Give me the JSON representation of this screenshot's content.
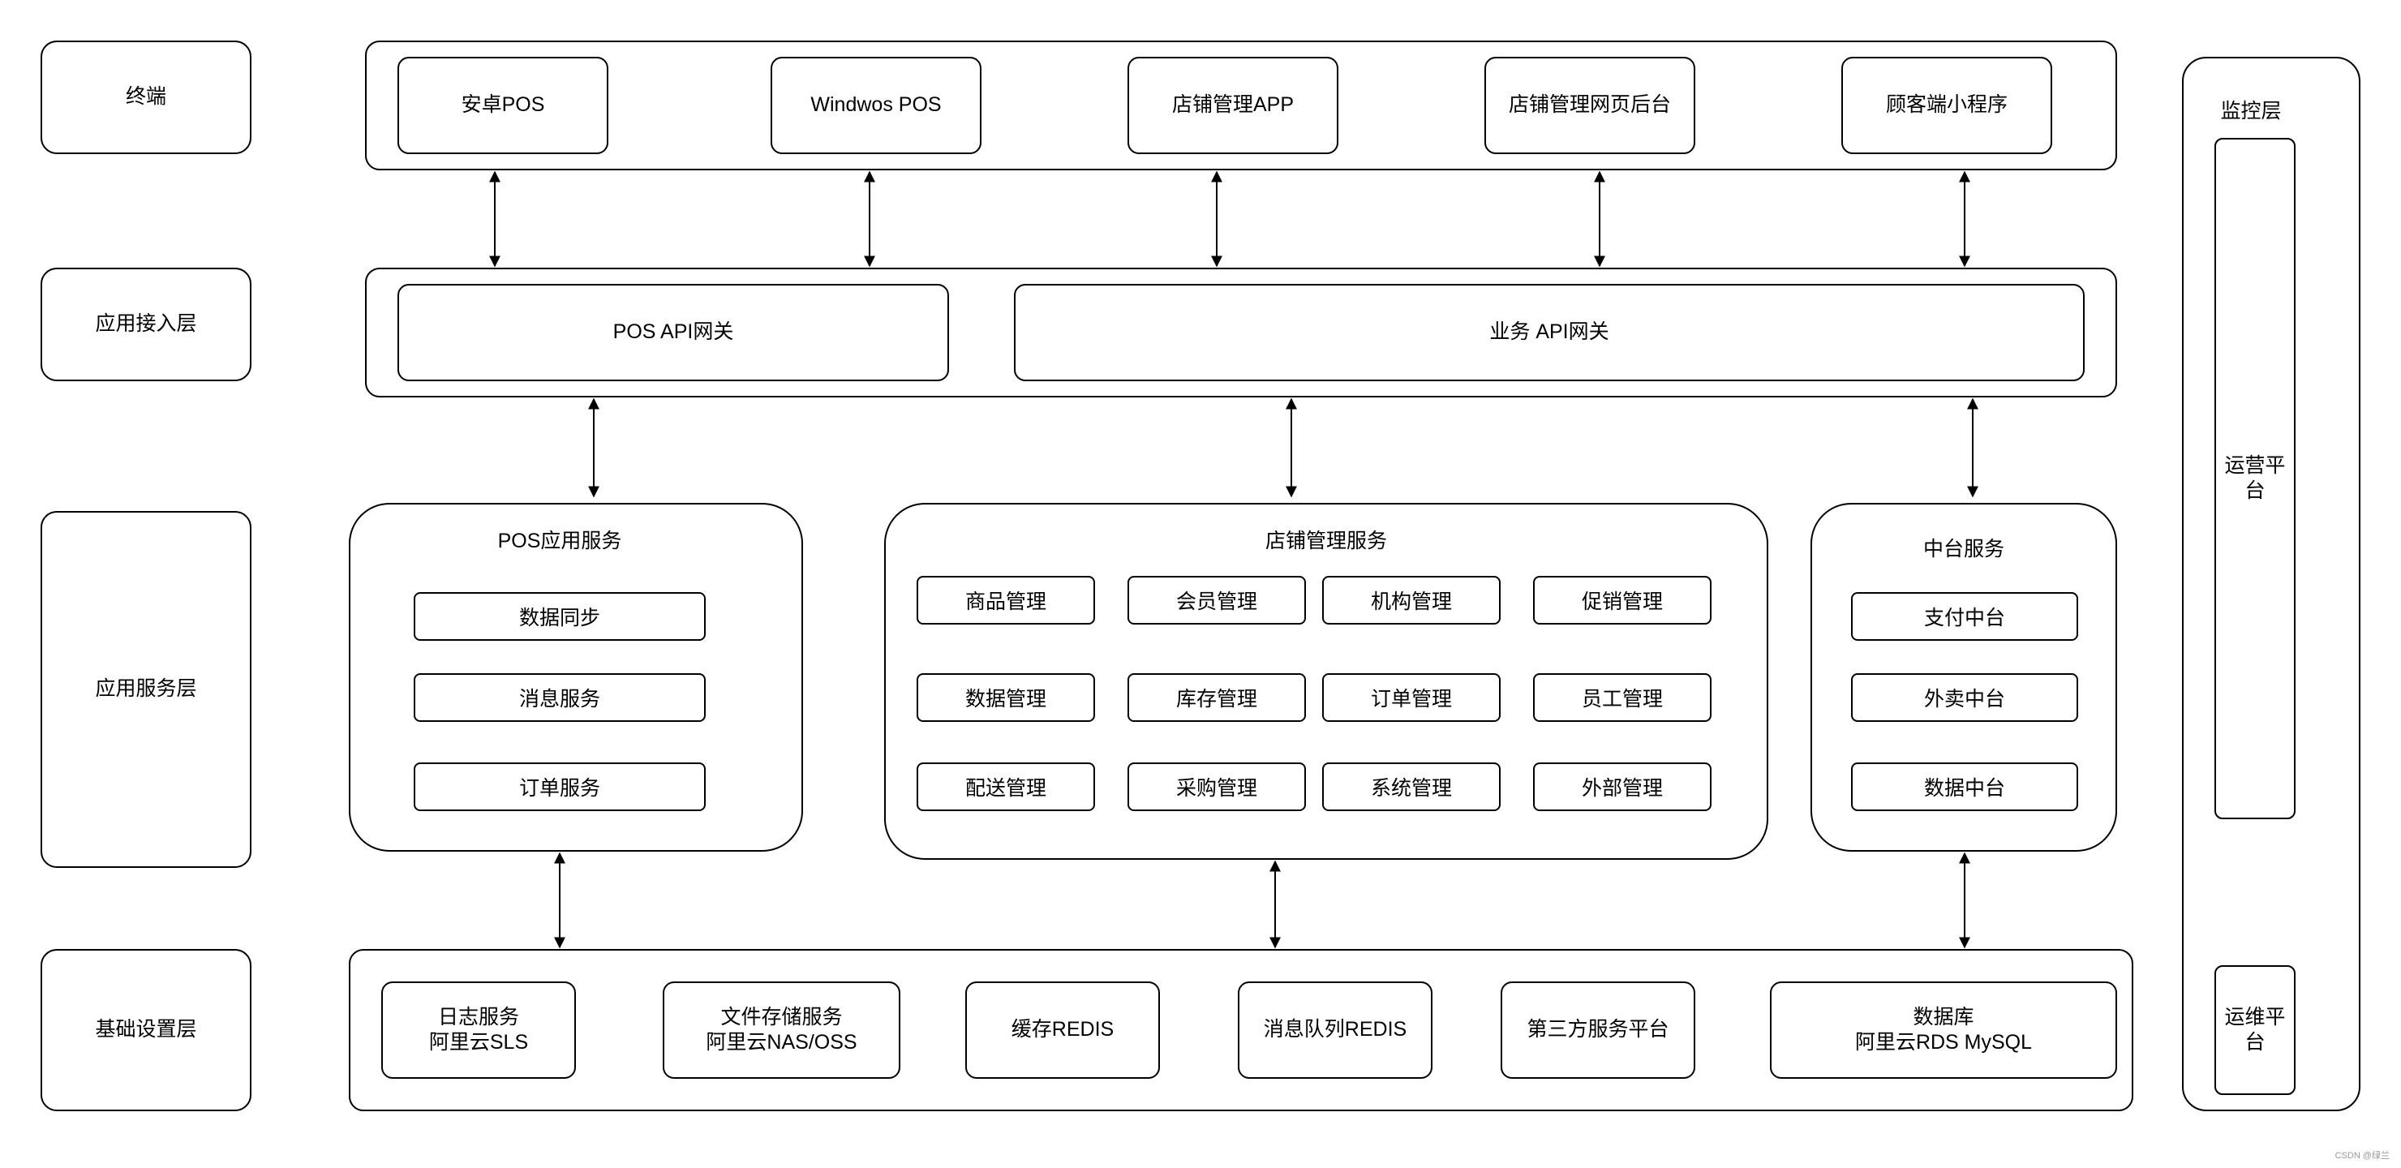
{
  "layers": {
    "terminal": "终端",
    "access": "应用接入层",
    "service": "应用服务层",
    "infra": "基础设置层"
  },
  "terminals": [
    "安卓POS",
    "Windwos POS",
    "店铺管理APP",
    "店铺管理网页后台",
    "顾客端小程序"
  ],
  "gateways": {
    "pos": "POS API网关",
    "business": "业务 API网关"
  },
  "pos_service": {
    "title": "POS应用服务",
    "items": [
      "数据同步",
      "消息服务",
      "订单服务"
    ]
  },
  "store_service": {
    "title": "店铺管理服务",
    "items": [
      "商品管理",
      "会员管理",
      "机构管理",
      "促销管理",
      "数据管理",
      "库存管理",
      "订单管理",
      "员工管理",
      "配送管理",
      "采购管理",
      "系统管理",
      "外部管理"
    ]
  },
  "middle_service": {
    "title": "中台服务",
    "items": [
      "支付中台",
      "外卖中台",
      "数据中台"
    ]
  },
  "infra_items": [
    "日志服务\n阿里云SLS",
    "文件存储服务\n阿里云NAS/OSS",
    "缓存REDIS",
    "消息队列REDIS",
    "第三方服务平台",
    "数据库\n阿里云RDS MySQL"
  ],
  "monitor": {
    "title": "监控层",
    "ops_platform": "运营平\n台",
    "maint_platform": "运维平\n台"
  },
  "watermark": "CSDN @绿兰"
}
